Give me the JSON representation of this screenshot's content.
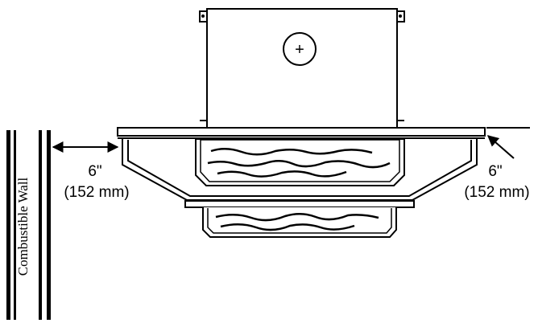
{
  "diagram": {
    "wall_label": "Combustible Wall",
    "side_clearance": {
      "inches": "6\"",
      "metric": "(152 mm)"
    },
    "top_clearance": {
      "inches": "6\"",
      "metric": "(152 mm)"
    },
    "chimney_symbol": "+",
    "colors": {
      "line": "#000000",
      "background": "#ffffff"
    }
  }
}
